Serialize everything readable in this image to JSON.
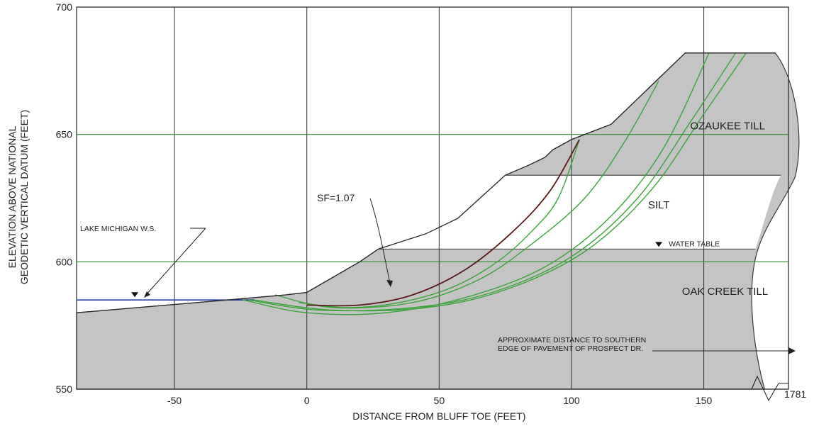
{
  "chart_data": {
    "type": "line",
    "title": "",
    "xlabel": "DISTANCE FROM BLUFF TOE (FEET)",
    "ylabel_line1": "ELEVATION ABOVE NATIONAL",
    "ylabel_line2": "GEODETIC VERTICAL DATUM (FEET)",
    "xlim": [
      -87,
      182
    ],
    "ylim": [
      550,
      700
    ],
    "x_ticks": [
      -50,
      0,
      50,
      100,
      150
    ],
    "y_ticks": [
      550,
      600,
      650,
      700
    ],
    "grid": true,
    "colors": {
      "soil": "#c4c4c4",
      "grid": "#2f2f2f",
      "green_grid": "#2e8b2e",
      "failure_surface": "#3aa43a",
      "critical_surface": "#5a1a1a",
      "lake": "#1f3fa6"
    },
    "ground_surface": [
      [
        -87,
        580
      ],
      [
        -30,
        585
      ],
      [
        -8,
        587
      ],
      [
        0,
        588
      ],
      [
        20,
        600
      ],
      [
        27,
        605
      ],
      [
        45,
        611
      ],
      [
        57,
        617
      ],
      [
        75,
        634
      ],
      [
        84,
        638
      ],
      [
        90,
        641
      ],
      [
        93,
        644
      ],
      [
        100,
        648
      ],
      [
        115,
        654
      ],
      [
        130,
        669
      ],
      [
        143,
        682
      ],
      [
        177,
        682
      ]
    ],
    "layers": [
      {
        "name": "OZAUKEE TILL",
        "label_x": 159,
        "label_y": 652
      },
      {
        "name": "SILT",
        "label_x": 133,
        "label_y": 621
      },
      {
        "name": "OAK CREEK TILL",
        "label_x": 158,
        "label_y": 587
      }
    ],
    "layer_boundaries": {
      "till_silt": 634,
      "silt_oakcreek": 605
    },
    "lake_water_surface": {
      "label": "LAKE MICHIGAN W.S.",
      "elevation": 585,
      "x_range": [
        -87,
        -20
      ]
    },
    "water_table": {
      "label": "WATER TABLE",
      "elevation": 605
    },
    "failure_surfaces": [
      {
        "critical": false,
        "points": [
          [
            -3,
            584
          ],
          [
            15,
            582
          ],
          [
            35,
            584
          ],
          [
            55,
            590
          ],
          [
            72,
            600
          ],
          [
            85,
            612
          ],
          [
            95,
            625
          ],
          [
            103,
            648
          ]
        ]
      },
      {
        "critical": false,
        "points": [
          [
            -12,
            587
          ],
          [
            10,
            582
          ],
          [
            40,
            584
          ],
          [
            65,
            593
          ],
          [
            85,
            607
          ],
          [
            105,
            625
          ],
          [
            120,
            647
          ],
          [
            133,
            671
          ]
        ]
      },
      {
        "critical": false,
        "points": [
          [
            -24,
            585
          ],
          [
            0,
            580
          ],
          [
            30,
            580
          ],
          [
            60,
            586
          ],
          [
            90,
            598
          ],
          [
            115,
            618
          ],
          [
            135,
            645
          ],
          [
            152,
            682
          ]
        ]
      },
      {
        "critical": false,
        "points": [
          [
            -22,
            585
          ],
          [
            5,
            581
          ],
          [
            40,
            582
          ],
          [
            70,
            588
          ],
          [
            100,
            602
          ],
          [
            125,
            625
          ],
          [
            145,
            655
          ],
          [
            162,
            682
          ]
        ]
      },
      {
        "critical": false,
        "points": [
          [
            -20,
            585
          ],
          [
            10,
            581
          ],
          [
            45,
            582
          ],
          [
            75,
            589
          ],
          [
            105,
            604
          ],
          [
            130,
            628
          ],
          [
            150,
            658
          ],
          [
            166,
            682
          ]
        ]
      }
    ],
    "critical_surface": {
      "points": [
        [
          0,
          583
        ],
        [
          20,
          583
        ],
        [
          40,
          587
        ],
        [
          60,
          597
        ],
        [
          78,
          612
        ],
        [
          92,
          628
        ],
        [
          103,
          648
        ]
      ]
    },
    "annotations": {
      "sf_label": "SF=1.07",
      "prospect_line1": "APPROXIMATE DISTANCE TO SOUTHERN",
      "prospect_line2": "EDGE OF PAVEMENT OF PROSPECT DR.",
      "distance_value": "1781"
    }
  }
}
